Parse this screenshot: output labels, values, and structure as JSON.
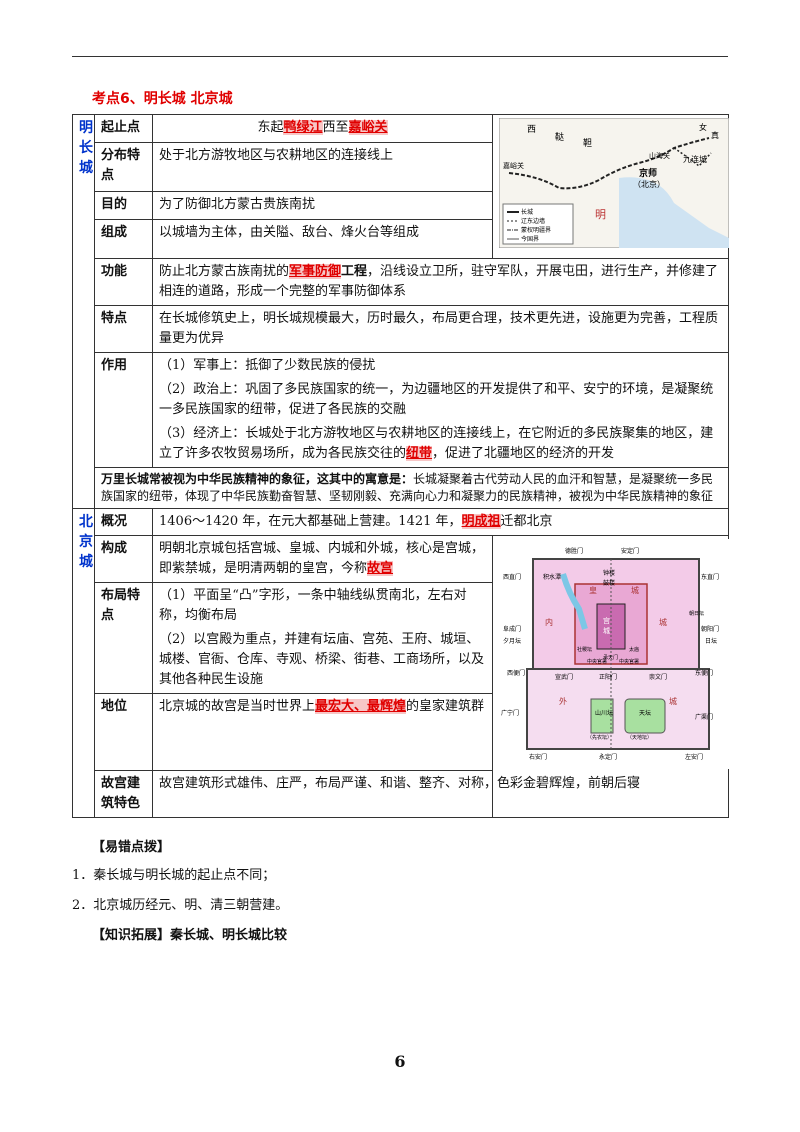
{
  "heading": "考点6、明长城  北京城",
  "ming": {
    "category": "明长城",
    "rows": {
      "start": {
        "key": "起止点",
        "pre": "东起",
        "a": "鸭绿江",
        "mid": "西至",
        "b": "嘉峪关"
      },
      "dist": {
        "key": "分布特点",
        "text": "处于北方游牧地区与农耕地区的连接线上"
      },
      "goal": {
        "key": "目的",
        "text": "为了防御北方蒙古贵族南扰"
      },
      "comp": {
        "key": "组成",
        "text": "以城墙为主体，由关隘、敌台、烽火台等组成"
      },
      "func": {
        "key": "功能",
        "pre": "防止北方蒙古族南扰的",
        "hl": "军事防御",
        "bold": "工程",
        "post": "，沿线设立卫所，驻守军队，开展屯田，进行生产，并修建了相连的道路，形成一个完整的军事防御体系"
      },
      "feat": {
        "key": "特点",
        "text": "在长城修筑史上，明长城规模最大，历时最久，布局更合理，技术更先进，设施更为完善，工程质量更为优异"
      },
      "effect": {
        "key": "作用",
        "p1": "（1）军事上：抵御了少数民族的侵扰",
        "p2": "（2）政治上：巩固了多民族国家的统一，为边疆地区的开发提供了和平、安宁的环境，是凝聚统一多民族国家的纽带，促进了各民族的交融",
        "p3_pre": "（3）经济上：长城处于北方游牧地区与农耕地区的连接线上，在它附近的多民族聚集的地区，建立了许多农牧贸易场所，成为各民族交往的",
        "p3_hl": "纽带",
        "p3_post": "，促进了北疆地区的经济的开发"
      },
      "spirit": {
        "q": "万里长城常被视为中华民族精神的象征，这其中的寓意是：",
        "a": "长城凝聚着古代劳动人民的血汗和智慧，是凝聚统一多民族国家的纽带，体现了中华民族勤奋智慧、坚韧刚毅、充满向心力和凝聚力的民族精神，被视为中华民族精神的象征"
      }
    },
    "map": {
      "labels": [
        "西",
        "鞑",
        "靼",
        "女",
        "真",
        "嘉峪关",
        "山海关",
        "京师",
        "（北京）",
        "明",
        "九连城"
      ],
      "legend": [
        "长城",
        "辽东边墙",
        "蒙权明疆界",
        "今国界"
      ]
    }
  },
  "beijing": {
    "category": "北京城",
    "rows": {
      "overview": {
        "key": "概况",
        "pre": "1406～1420 年，在元大都基础上营建。1421 年，",
        "hl": "明成祖",
        "post": "迁都北京"
      },
      "struct": {
        "key": "构成",
        "pre": "明朝北京城包括宫城、皇城、内城和外城，核心是宫城，即紫禁城，是明清两朝的皇宫，今称",
        "hl": "故宫"
      },
      "layout": {
        "key": "布局特点",
        "p1": "（1）平面呈“凸”字形，一条中轴线纵贯南北，左右对称，均衡布局",
        "p2": "（2）以宫殿为重点，并建有坛庙、宫苑、王府、城垣、城楼、官衙、仓库、寺观、桥梁、街巷、工商场所，以及其他各种民生设施"
      },
      "status": {
        "key": "地位",
        "pre": "北京城的故宫是当时世界上",
        "hl": "最宏大、最辉煌",
        "post": "的皇家建筑群"
      },
      "palace": {
        "key": "故宫建筑特色",
        "text": "故宫建筑形式雄伟、庄严，布局严谨、和谐、整齐、对称，色彩金碧辉煌，前朝后寝"
      }
    },
    "map": {
      "labels": [
        "德胜门",
        "安定门",
        "钟楼",
        "鼓楼",
        "积水潭",
        "皇",
        "城",
        "西直门",
        "东直门",
        "宫",
        "城",
        "内",
        "城",
        "阜成门",
        "朝阳门",
        "夕月坛",
        "社稷坛",
        "太庙",
        "日坛",
        "西便门",
        "东便门",
        "外",
        "城",
        "山川坛",
        "天坛",
        "广渠门",
        "左安门",
        "右安门",
        "永定门",
        "正阳门",
        "崇文门",
        "宣武门",
        "朝日坛",
        "中央官署",
        "承天门",
        "中央官署",
        "广宁门",
        "（先农坛）",
        "（天地坛）"
      ]
    }
  },
  "tips": {
    "title": "【易错点拨】",
    "items": [
      "1．秦长城与明长城的起止点不同；",
      "2．北京城历经元、明、清三朝营建。"
    ]
  },
  "ext": "【知识拓展】秦长城、明长城比较",
  "page_number": "6"
}
